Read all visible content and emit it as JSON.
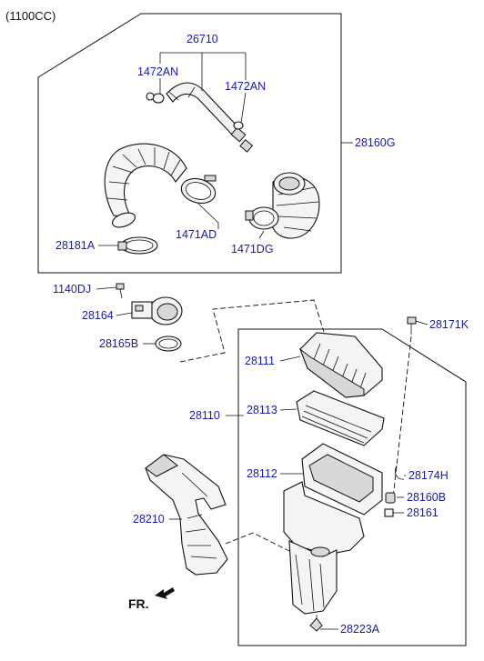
{
  "header": {
    "variant": "(1100CC)"
  },
  "labels": {
    "p26710": "26710",
    "p1472AN_left": "1472AN",
    "p1472AN_right": "1472AN",
    "p28160G": "28160G",
    "p28181A": "28181A",
    "p1471AD": "1471AD",
    "p1471DG": "1471DG",
    "p1140DJ": "1140DJ",
    "p28164": "28164",
    "p28165B": "28165B",
    "p28171K": "28171K",
    "p28111": "28111",
    "p28110": "28110",
    "p28113": "28113",
    "p28112": "28112",
    "p28174H": "28174H",
    "p28160B": "28160B",
    "p28161": "28161",
    "p28210": "28210",
    "p28223A": "28223A"
  },
  "direction": {
    "label": "FR."
  }
}
